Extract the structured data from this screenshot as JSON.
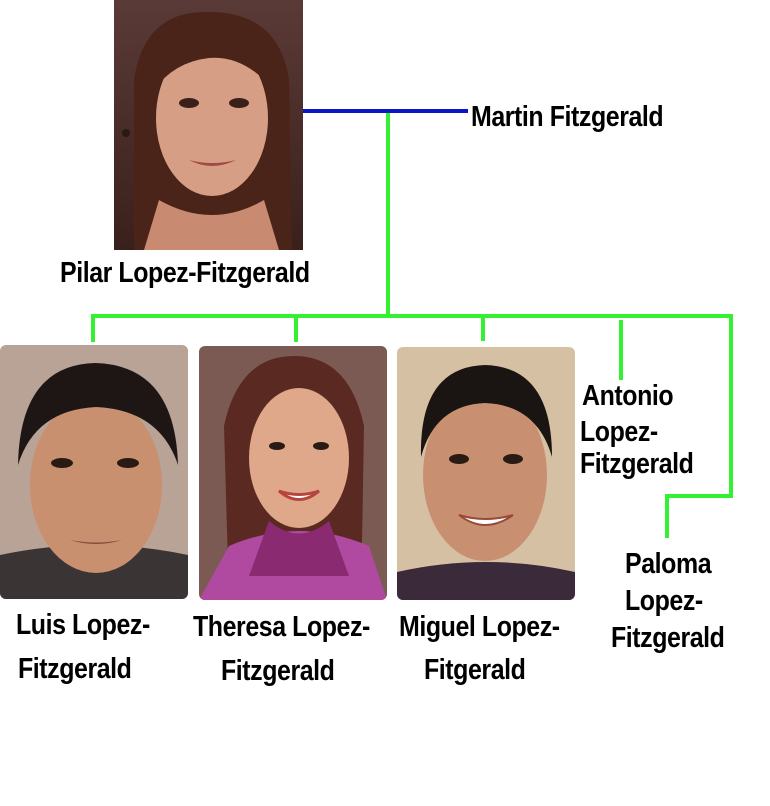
{
  "colors": {
    "marriage_line": "#0a14c8",
    "child_line": "#33f033"
  },
  "icons": {
    "pilar_photo": "woman-portrait",
    "luis_photo": "man-portrait",
    "theresa_photo": "woman-portrait",
    "miguel_photo": "man-portrait"
  },
  "people": {
    "martin": {
      "name": "Martin Fitzgerald"
    },
    "pilar": {
      "name": "Pilar Lopez-Fitzgerald"
    },
    "luis": {
      "line1": "Luis Lopez-",
      "line2": "Fitzgerald"
    },
    "theresa": {
      "line1": "Theresa Lopez-",
      "line2": "Fitzgerald"
    },
    "miguel": {
      "line1": "Miguel Lopez-",
      "line2": "Fitgerald"
    },
    "antonio": {
      "line1": "Antonio",
      "line2": "Lopez-",
      "line3": "Fitzgerald"
    },
    "paloma": {
      "line1": "Paloma",
      "line2": "Lopez-",
      "line3": "Fitzgerald"
    }
  }
}
